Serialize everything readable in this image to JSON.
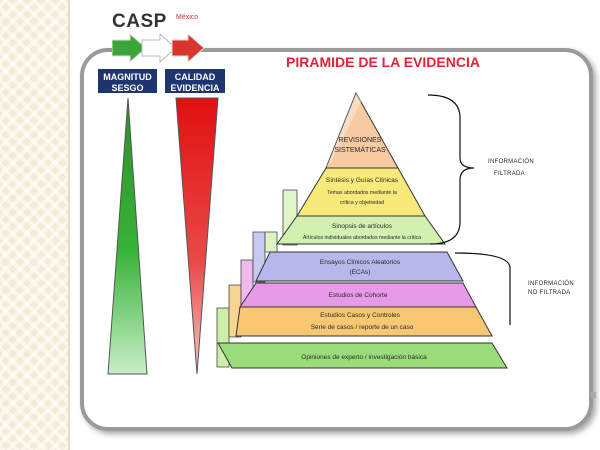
{
  "logo": {
    "name": "CASP",
    "country": "México"
  },
  "title": "PIRAMIDE DE LA EVIDENCIA",
  "labels": {
    "magnitud_line1": "MAGNITUD",
    "magnitud_line2": "SESGO",
    "calidad_line1": "CALIDAD",
    "calidad_line2": "EVIDENCIA"
  },
  "colors": {
    "title": "#e3233a",
    "label_bg": "#1f3570",
    "triangle_green": "#2e9a2e",
    "triangle_red": "#dd1b1b",
    "level_green": "#9bdc7a",
    "level_orange": "#f7c772",
    "level_pink": "#e79ae7",
    "level_lavender": "#b7b7ec",
    "level_lightgreen": "#d2f0b0",
    "level_yellow": "#f7ea7a",
    "level_peach": "#f6cba2"
  },
  "pyramid": {
    "levels": [
      {
        "line1": "REVISIONES",
        "line2": "SISTEMÁTICAS"
      },
      {
        "line1": "Síntesis y Guías Clínicas",
        "line2": "Temas abordados mediante la",
        "line3": "crítica y objetividad"
      },
      {
        "line1": "Sinopsis de artículos",
        "line2": "Artículos individuales abordados mediante la crítica"
      },
      {
        "line1": "Ensayos Clínicos Aleatorios",
        "line2": "(ECAs)"
      },
      {
        "line1": "Estudios de Cohorte"
      },
      {
        "line1": "Estudios Casos y Controles",
        "line2": "Serie de casos / reporte de un caso"
      },
      {
        "line1": "Opiniones de experto / investigación básica"
      }
    ]
  },
  "brackets": {
    "filtrada_line1": "INFORMACIÓN",
    "filtrada_line2": "FILTRADA",
    "no_filtrada_line1": "INFORMACIÓN",
    "no_filtrada_line2": "NO FILTRADA"
  }
}
